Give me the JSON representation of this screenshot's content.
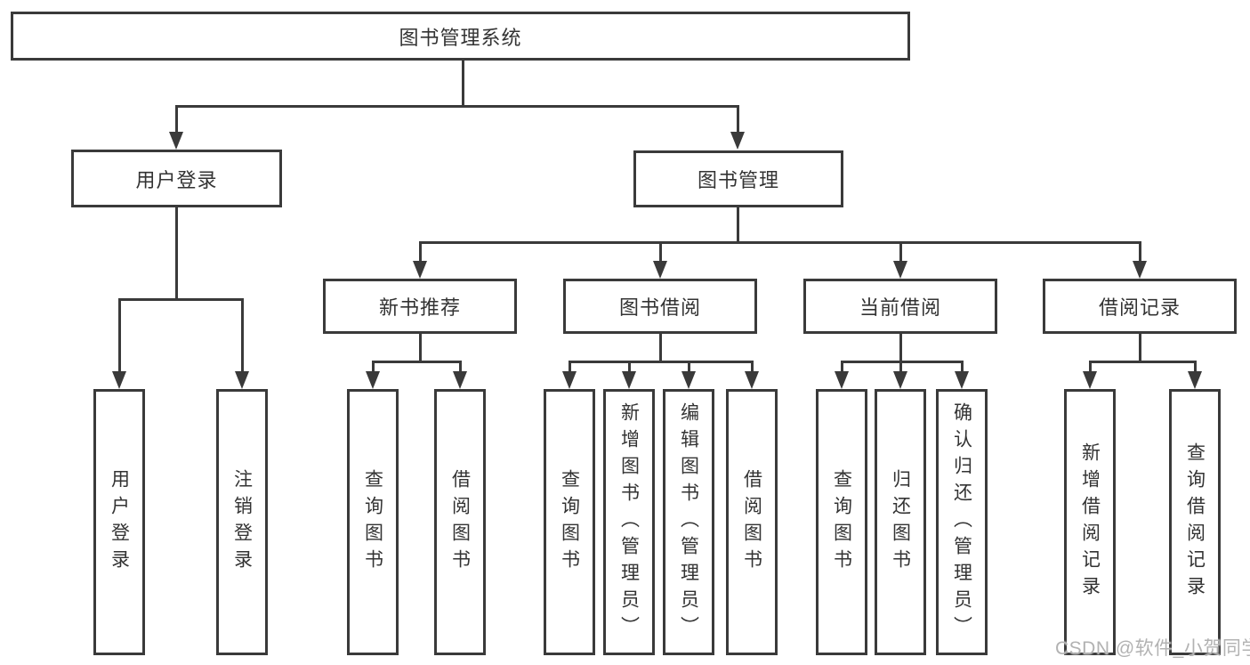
{
  "colors": {
    "line": "#3a3a3a",
    "text": "#333333",
    "box_bg": "#ffffff",
    "watermark": "#b2b2b2",
    "page_bg": "#ffffff"
  },
  "tree": {
    "root": {
      "label": "图书管理系统"
    },
    "branches": [
      {
        "label": "用户登录",
        "children": [
          "用户登录",
          "注销登录"
        ]
      },
      {
        "label": "图书管理"
      }
    ],
    "modules": [
      {
        "label": "新书推荐",
        "children": [
          "查询图书",
          "借阅图书"
        ]
      },
      {
        "label": "图书借阅",
        "children": [
          "查询图书",
          "新增图书（管理员）",
          "编辑图书（管理员）",
          "借阅图书"
        ]
      },
      {
        "label": "当前借阅",
        "children": [
          "查询图书",
          "归还图书",
          "确认归还（管理员）"
        ]
      },
      {
        "label": "借阅记录",
        "children": [
          "新增借阅记录",
          "查询借阅记录"
        ]
      }
    ]
  },
  "watermark": {
    "text": "CSDN @软件_小贺同学"
  }
}
